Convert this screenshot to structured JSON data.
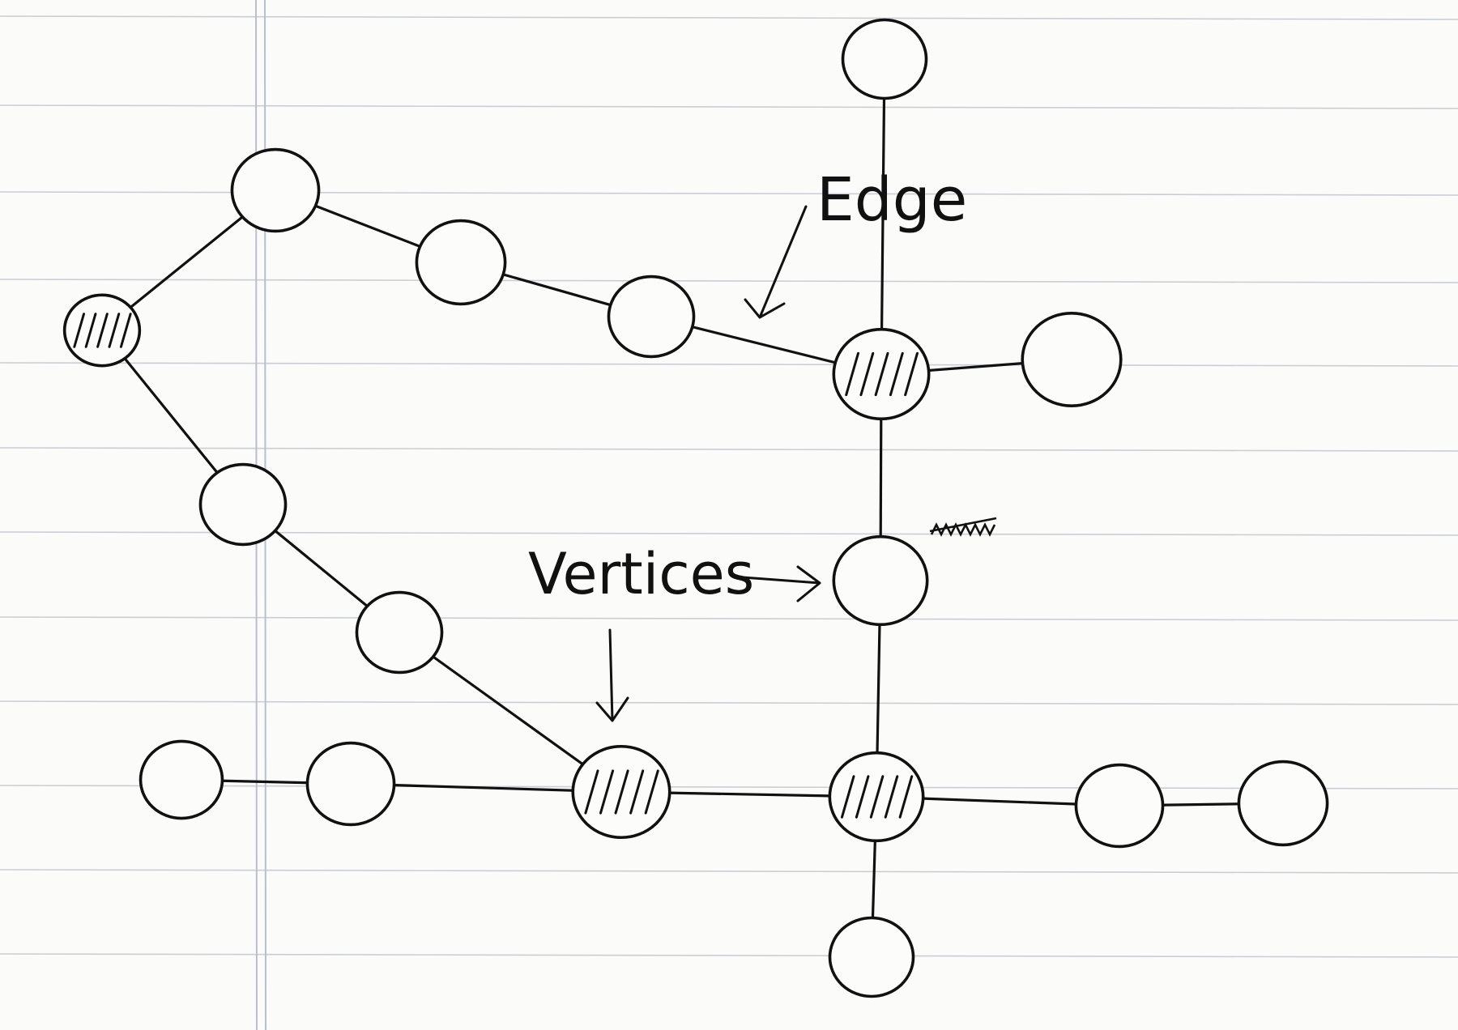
{
  "labels": {
    "edge": "Edge",
    "vertices": "Vertices"
  },
  "colors": {
    "paper": "#fbfbf9",
    "ruling": "#c9cdd6",
    "ink": "#111111"
  },
  "graph": {
    "nodes": [
      {
        "id": "top",
        "shaded": false
      },
      {
        "id": "n1",
        "shaded": false
      },
      {
        "id": "n2",
        "shaded": false
      },
      {
        "id": "n3",
        "shaded": false
      },
      {
        "id": "left",
        "shaded": true
      },
      {
        "id": "hub_upper",
        "shaded": true
      },
      {
        "id": "right_upper",
        "shaded": false
      },
      {
        "id": "mid_left",
        "shaded": false
      },
      {
        "id": "mid_right",
        "shaded": false
      },
      {
        "id": "n4",
        "shaded": false
      },
      {
        "id": "far_left",
        "shaded": false
      },
      {
        "id": "left2",
        "shaded": false
      },
      {
        "id": "center_bottom",
        "shaded": true
      },
      {
        "id": "hub_lower",
        "shaded": true
      },
      {
        "id": "right1",
        "shaded": false
      },
      {
        "id": "right2",
        "shaded": false
      },
      {
        "id": "bottom",
        "shaded": false
      }
    ],
    "edges": [
      [
        "left",
        "n1"
      ],
      [
        "n1",
        "n2"
      ],
      [
        "n2",
        "n3"
      ],
      [
        "n3",
        "hub_upper"
      ],
      [
        "hub_upper",
        "top"
      ],
      [
        "hub_upper",
        "right_upper"
      ],
      [
        "hub_upper",
        "mid_right"
      ],
      [
        "left",
        "mid_left"
      ],
      [
        "mid_left",
        "n4"
      ],
      [
        "n4",
        "center_bottom"
      ],
      [
        "far_left",
        "left2"
      ],
      [
        "left2",
        "center_bottom"
      ],
      [
        "center_bottom",
        "hub_lower"
      ],
      [
        "mid_right",
        "hub_lower"
      ],
      [
        "hub_lower",
        "right1"
      ],
      [
        "right1",
        "right2"
      ],
      [
        "hub_lower",
        "bottom"
      ]
    ]
  }
}
